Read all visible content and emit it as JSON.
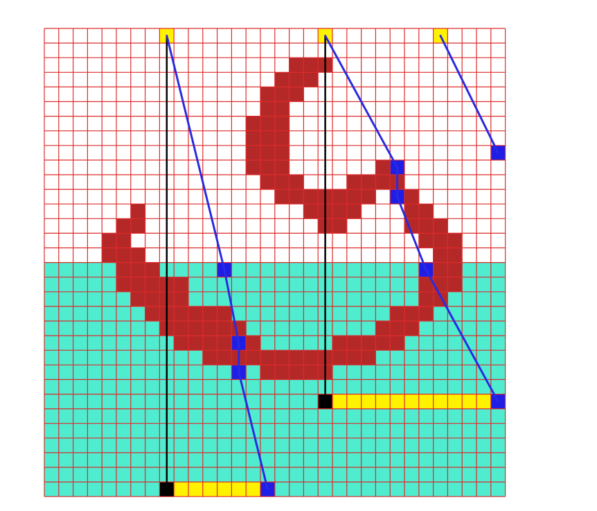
{
  "grid": {
    "columns": 32,
    "rows": 32,
    "line_color": "#dd2b2b",
    "empty_fill": "#ffffff",
    "lower_region_start_row": 16,
    "lower_region_fill": "#50ecd0"
  },
  "colors": {
    "shape": "#b52828",
    "source": "#fff200",
    "hit": "#1e1ee6",
    "origin": "#000000",
    "ray": "#2a2ae0",
    "vertical": "#000000",
    "span": "#fff200"
  },
  "shape_cells": [
    [
      2,
      17
    ],
    [
      2,
      18
    ],
    [
      2,
      19
    ],
    [
      3,
      16
    ],
    [
      3,
      17
    ],
    [
      3,
      18
    ],
    [
      4,
      15
    ],
    [
      4,
      16
    ],
    [
      4,
      17
    ],
    [
      5,
      15
    ],
    [
      5,
      16
    ],
    [
      6,
      14
    ],
    [
      6,
      15
    ],
    [
      6,
      16
    ],
    [
      7,
      14
    ],
    [
      7,
      15
    ],
    [
      7,
      16
    ],
    [
      8,
      14
    ],
    [
      8,
      15
    ],
    [
      8,
      16
    ],
    [
      9,
      14
    ],
    [
      9,
      15
    ],
    [
      9,
      16
    ],
    [
      9,
      23
    ],
    [
      10,
      15
    ],
    [
      10,
      16
    ],
    [
      10,
      17
    ],
    [
      10,
      21
    ],
    [
      10,
      22
    ],
    [
      10,
      23
    ],
    [
      10,
      24
    ],
    [
      11,
      16
    ],
    [
      11,
      17
    ],
    [
      11,
      18
    ],
    [
      11,
      19
    ],
    [
      11,
      20
    ],
    [
      11,
      21
    ],
    [
      11,
      22
    ],
    [
      11,
      24
    ],
    [
      11,
      25
    ],
    [
      12,
      6
    ],
    [
      12,
      18
    ],
    [
      12,
      19
    ],
    [
      12,
      20
    ],
    [
      12,
      21
    ],
    [
      12,
      25
    ],
    [
      12,
      26
    ],
    [
      13,
      5
    ],
    [
      13,
      6
    ],
    [
      13,
      19
    ],
    [
      13,
      20
    ],
    [
      13,
      25
    ],
    [
      13,
      26
    ],
    [
      13,
      27
    ],
    [
      14,
      4
    ],
    [
      14,
      5
    ],
    [
      14,
      26
    ],
    [
      14,
      27
    ],
    [
      14,
      28
    ],
    [
      15,
      4
    ],
    [
      15,
      5
    ],
    [
      15,
      6
    ],
    [
      15,
      27
    ],
    [
      15,
      28
    ],
    [
      16,
      5
    ],
    [
      16,
      6
    ],
    [
      16,
      7
    ],
    [
      16,
      26
    ],
    [
      16,
      27
    ],
    [
      16,
      28
    ],
    [
      17,
      5
    ],
    [
      17,
      6
    ],
    [
      17,
      7
    ],
    [
      17,
      8
    ],
    [
      17,
      9
    ],
    [
      17,
      26
    ],
    [
      17,
      27
    ],
    [
      17,
      28
    ],
    [
      18,
      6
    ],
    [
      18,
      7
    ],
    [
      18,
      8
    ],
    [
      18,
      9
    ],
    [
      18,
      26
    ],
    [
      18,
      27
    ],
    [
      19,
      7
    ],
    [
      19,
      8
    ],
    [
      19,
      9
    ],
    [
      19,
      10
    ],
    [
      19,
      11
    ],
    [
      19,
      12
    ],
    [
      19,
      24
    ],
    [
      19,
      25
    ],
    [
      19,
      26
    ],
    [
      20,
      8
    ],
    [
      20,
      9
    ],
    [
      20,
      10
    ],
    [
      20,
      11
    ],
    [
      20,
      12
    ],
    [
      20,
      13
    ],
    [
      20,
      23
    ],
    [
      20,
      24
    ],
    [
      20,
      25
    ],
    [
      21,
      9
    ],
    [
      21,
      10
    ],
    [
      21,
      11
    ],
    [
      21,
      12
    ],
    [
      21,
      13
    ],
    [
      21,
      14
    ],
    [
      21,
      20
    ],
    [
      21,
      21
    ],
    [
      21,
      22
    ],
    [
      21,
      23
    ],
    [
      21,
      24
    ],
    [
      22,
      11
    ],
    [
      22,
      12
    ],
    [
      22,
      13
    ],
    [
      22,
      14
    ],
    [
      22,
      15
    ],
    [
      22,
      16
    ],
    [
      22,
      17
    ],
    [
      22,
      18
    ],
    [
      22,
      19
    ],
    [
      22,
      20
    ],
    [
      22,
      21
    ],
    [
      22,
      22
    ],
    [
      23,
      15
    ],
    [
      23,
      16
    ],
    [
      23,
      17
    ],
    [
      23,
      18
    ],
    [
      23,
      19
    ]
  ],
  "source_cells": [
    [
      0,
      8
    ],
    [
      0,
      19
    ],
    [
      0,
      27
    ]
  ],
  "hit_cells": [
    [
      8,
      31
    ],
    [
      9,
      24
    ],
    [
      11,
      24
    ],
    [
      16,
      12
    ],
    [
      16,
      26
    ],
    [
      21,
      13
    ],
    [
      23,
      13
    ],
    [
      25,
      31
    ],
    [
      31,
      15
    ]
  ],
  "origin_cells": [
    [
      25,
      19
    ],
    [
      31,
      8
    ]
  ],
  "span_cells": [
    [
      25,
      20
    ],
    [
      25,
      21
    ],
    [
      25,
      22
    ],
    [
      25,
      23
    ],
    [
      25,
      24
    ],
    [
      25,
      25
    ],
    [
      25,
      26
    ],
    [
      25,
      27
    ],
    [
      25,
      28
    ],
    [
      25,
      29
    ],
    [
      25,
      30
    ],
    [
      31,
      9
    ],
    [
      31,
      10
    ],
    [
      31,
      11
    ],
    [
      31,
      12
    ],
    [
      31,
      13
    ],
    [
      31,
      14
    ]
  ],
  "rays": [
    {
      "from": [
        0,
        8
      ],
      "to": [
        16,
        12
      ]
    },
    {
      "from": [
        16,
        12
      ],
      "to": [
        21,
        13
      ]
    },
    {
      "from": [
        21,
        13
      ],
      "to": [
        23,
        13
      ]
    },
    {
      "from": [
        23,
        13
      ],
      "to": [
        31,
        15
      ]
    },
    {
      "from": [
        0,
        19
      ],
      "to": [
        9,
        24
      ]
    },
    {
      "from": [
        9,
        24
      ],
      "to": [
        11,
        24
      ]
    },
    {
      "from": [
        11,
        24
      ],
      "to": [
        16,
        26
      ]
    },
    {
      "from": [
        16,
        26
      ],
      "to": [
        25,
        31
      ]
    },
    {
      "from": [
        0,
        27
      ],
      "to": [
        8,
        31
      ]
    }
  ],
  "verticals": [
    {
      "from": [
        0,
        8
      ],
      "to": [
        31,
        8
      ]
    },
    {
      "from": [
        0,
        19
      ],
      "to": [
        25,
        19
      ]
    }
  ]
}
